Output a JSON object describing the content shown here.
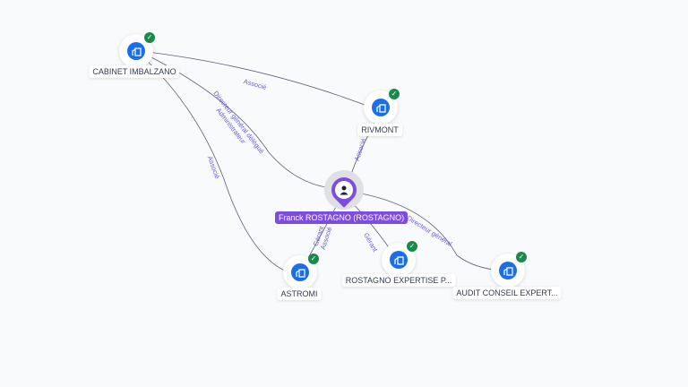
{
  "center": {
    "label": "Franck ROSTAGNO (ROSTAGNO)",
    "icon": "person-icon",
    "color": "#7c4dde"
  },
  "nodes": [
    {
      "label": "CABINET IMBALZANO",
      "icon": "company-icon",
      "verified": true
    },
    {
      "label": "RIVMONT",
      "icon": "company-icon",
      "verified": true
    },
    {
      "label": "ASTROMI",
      "icon": "company-icon",
      "verified": true
    },
    {
      "label": "ROSTAGNO EXPERTISE P...",
      "icon": "company-icon",
      "verified": true
    },
    {
      "label": "AUDIT CONSEIL EXPERT...",
      "icon": "company-icon",
      "verified": true
    }
  ],
  "edges": [
    {
      "label": "Associé"
    },
    {
      "label": "Directeur général délégué"
    },
    {
      "label": "Administrateur"
    },
    {
      "label": "Associé"
    },
    {
      "label": "Associé"
    },
    {
      "label": "Gérant"
    },
    {
      "label": "Associé"
    },
    {
      "label": "Gérant"
    },
    {
      "label": "Directeur général"
    }
  ],
  "colors": {
    "node": "#1a6fe8",
    "verified": "#1a8a4a",
    "edge": "#5a6075",
    "edge_label": "#6b5ce0"
  }
}
